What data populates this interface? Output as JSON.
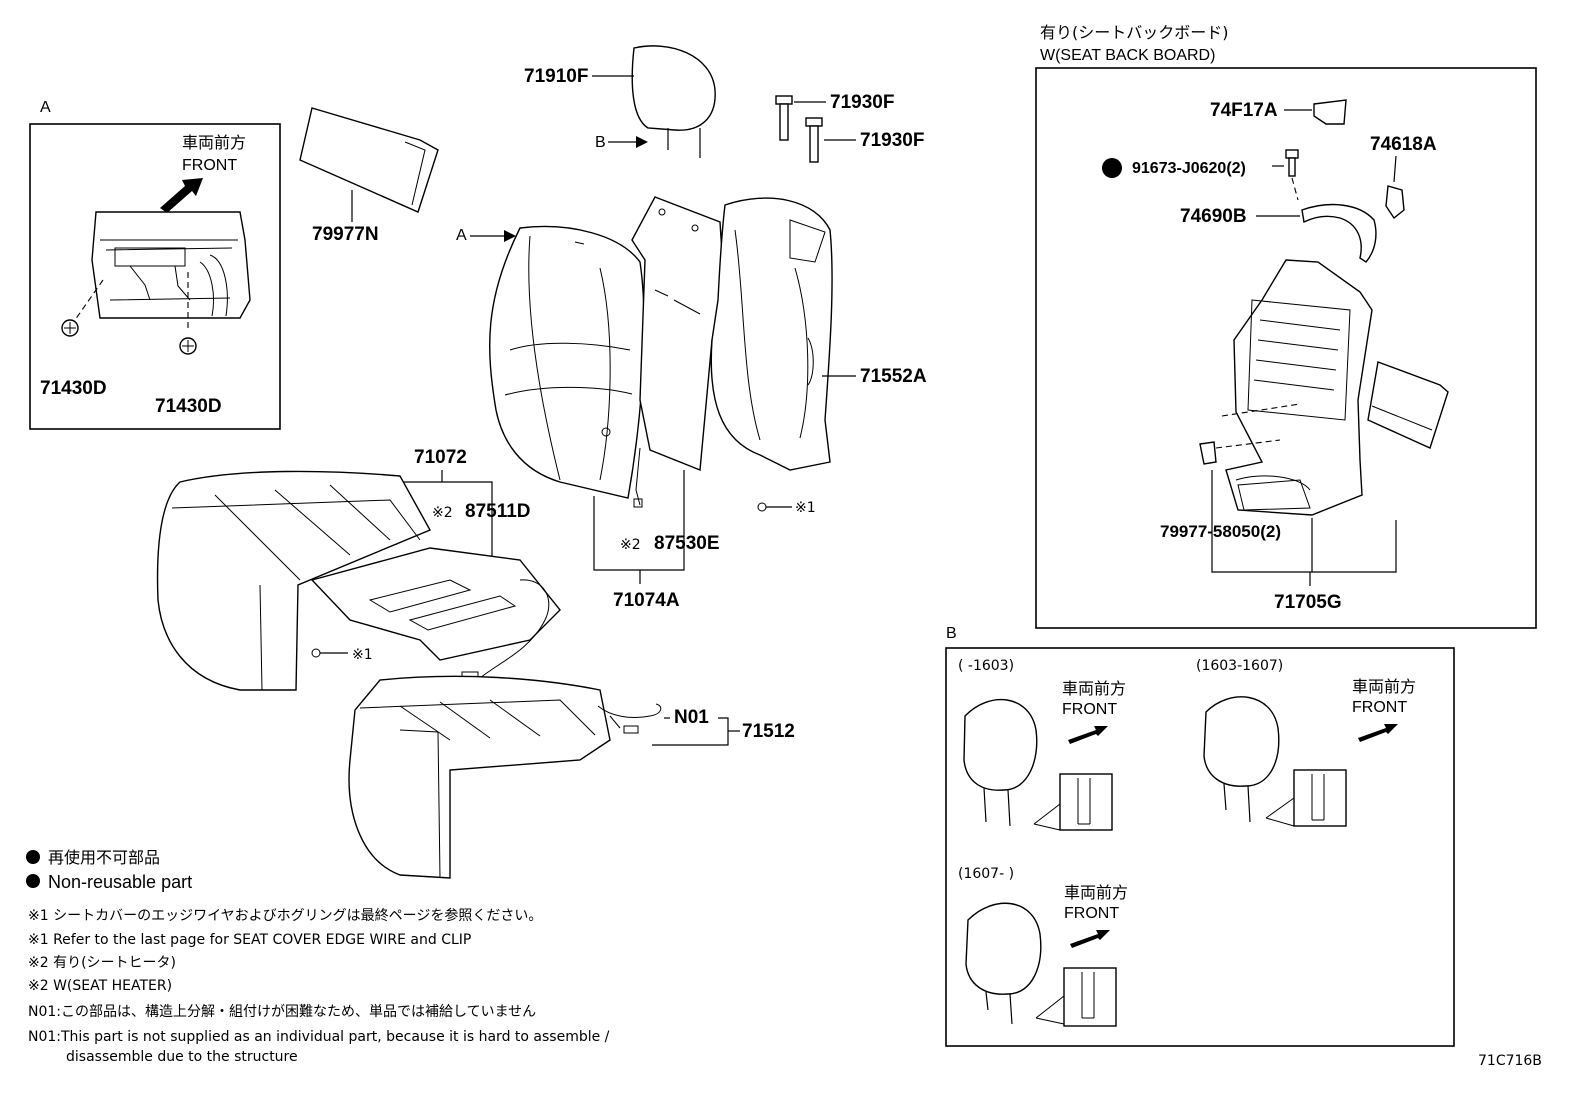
{
  "panel_a": {
    "label": "A",
    "front_jp": "車両前方",
    "front_en": "FRONT"
  },
  "panel_b": {
    "label": "B"
  },
  "seat_back_board": {
    "title_jp": "有り(シートバックボード)",
    "title_en": "W(SEAT BACK BOARD)"
  },
  "callouts": {
    "a_arrow": "A",
    "b_arrow": "B",
    "note1_mark_a": "※1",
    "note1_mark_b": "※1",
    "note2_mark_a": "※2",
    "note2_mark_b": "※2"
  },
  "parts": {
    "p71910F": "71910F",
    "p71930F_a": "71930F",
    "p71930F_b": "71930F",
    "p79977N": "79977N",
    "p71430D_a": "71430D",
    "p71430D_b": "71430D",
    "p71552A": "71552A",
    "p71072": "71072",
    "p87511D": "87511D",
    "p87530E": "87530E",
    "p71074A": "71074A",
    "pN01": "N01",
    "p71512": "71512",
    "p74F17A": "74F17A",
    "p91673": "91673-J0620(2)",
    "p74618A": "74618A",
    "p74690B": "74690B",
    "p79977_58050": "79977-58050(2)",
    "p71705G": "71705G"
  },
  "headrest_variants": [
    {
      "range": "(      -1603)",
      "front_jp": "車両前方",
      "front_en": "FRONT"
    },
    {
      "range": "(1603-1607)",
      "front_jp": "車両前方",
      "front_en": "FRONT"
    },
    {
      "range": "(1607-      )",
      "front_jp": "車両前方",
      "front_en": "FRONT"
    }
  ],
  "legend": {
    "nonreusable_jp": "再使用不可部品",
    "nonreusable_en": "Non-reusable part"
  },
  "notes": [
    "※1 シートカバーのエッジワイヤおよびホグリングは最終ページを参照ください。",
    "※1 Refer to the last page for SEAT COVER EDGE WIRE and CLIP",
    "※2 有り(シートヒータ)",
    "※2 W(SEAT HEATER)",
    "N01:この部品は、構造上分解・組付けが困難なため、単品では補給していません",
    "N01:This part is not supplied as an individual part, because it is hard to assemble /",
    "disassemble due to the structure"
  ],
  "diagram_code": "71C716B"
}
